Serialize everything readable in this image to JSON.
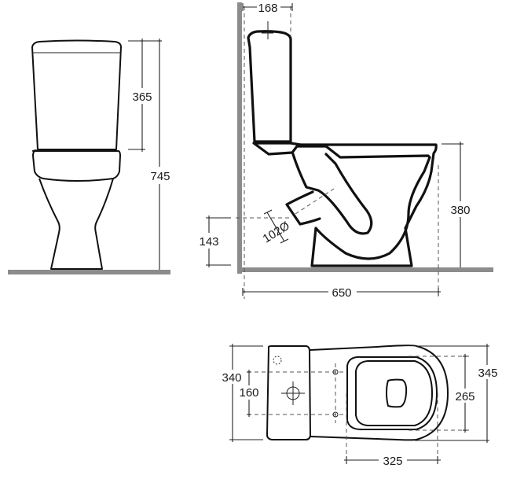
{
  "diagram": {
    "subject": "Close-coupled toilet technical drawing",
    "units": "mm",
    "colors": {
      "outline": "#111111",
      "floor_wall": "#8c8c8c",
      "background": "#ffffff"
    },
    "front_view": {
      "dimensions": {
        "cistern_height": "365",
        "total_height": "745"
      }
    },
    "side_view": {
      "dimensions": {
        "cistern_depth": "168",
        "pan_height": "380",
        "outlet_height": "143",
        "outlet_diameter": "102Ø",
        "total_depth": "650"
      }
    },
    "top_view": {
      "dimensions": {
        "cistern_width": "340",
        "fixing_spacing": "160",
        "bowl_width": "345",
        "seat_width": "265",
        "seat_length": "325"
      }
    }
  }
}
